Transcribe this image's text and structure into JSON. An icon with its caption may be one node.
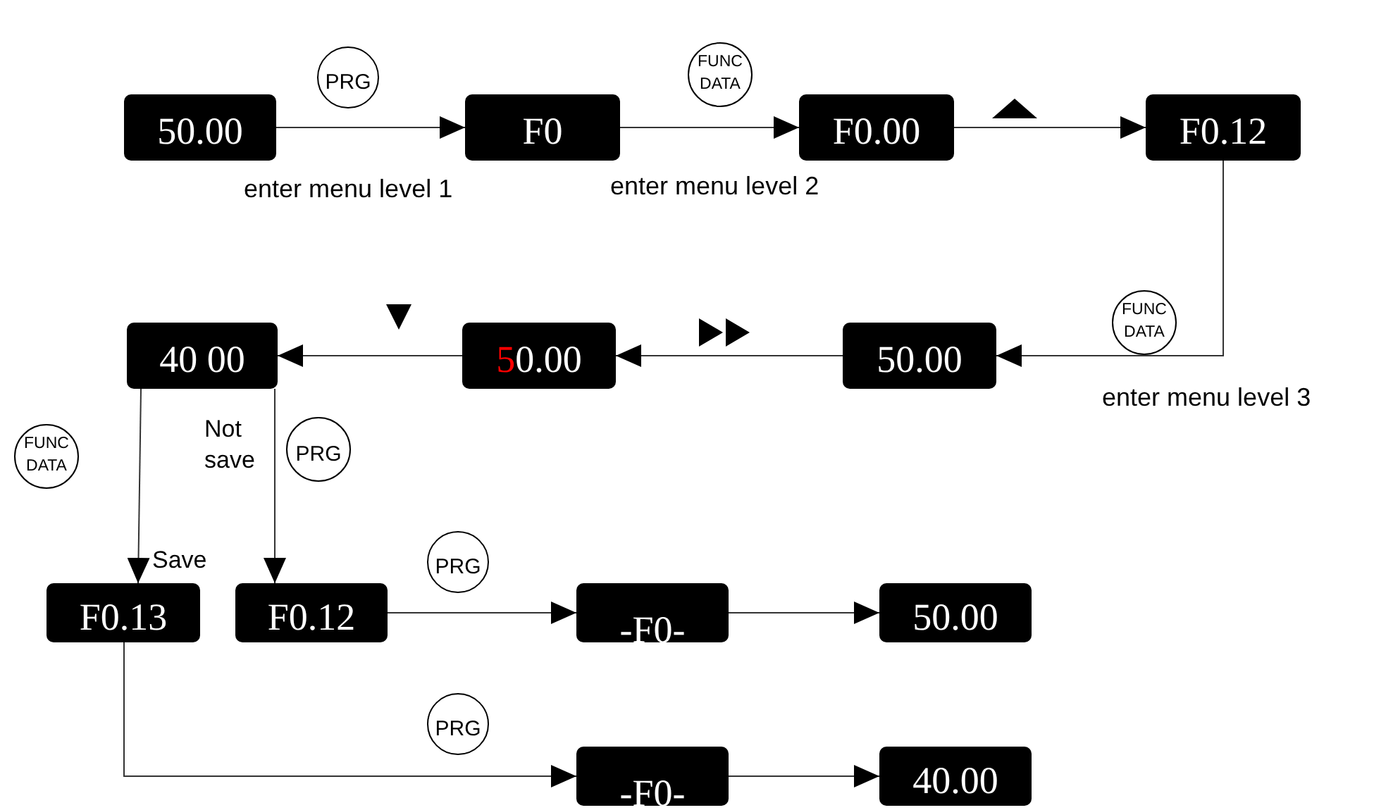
{
  "diagram": {
    "nodes": [
      {
        "text": [
          "PRG"
        ]
      },
      {
        "text": [
          "FUNC DATA"
        ]
      },
      {
        "text": [
          "50.00"
        ]
      },
      {
        "text": [
          "F0"
        ]
      },
      {
        "text": [
          "F0.00"
        ]
      },
      {
        "text": [
          "F0.12"
        ]
      },
      {
        "text": [
          "FUNC DATA"
        ]
      },
      {
        "text": [
          "40 00"
        ]
      },
      {
        "text": [
          "5",
          "0.00"
        ]
      },
      {
        "text": [
          "50.00"
        ]
      },
      {
        "text": [
          "FUNC DATA"
        ]
      },
      {
        "text": [
          "PRG"
        ]
      },
      {
        "text": [
          "F0.13"
        ]
      },
      {
        "text": [
          "F0.12"
        ]
      },
      {
        "text": [
          "PRG"
        ]
      },
      {
        "text": [
          "-F0-"
        ]
      },
      {
        "text": [
          "50.00"
        ]
      },
      {
        "text": [
          "PRG"
        ]
      },
      {
        "text": [
          "-F0-"
        ]
      },
      {
        "text": [
          "40.00"
        ]
      }
    ],
    "edges": [
      {
        "from": 2,
        "to": 3,
        "arrow": "to"
      },
      {
        "from": 3,
        "to": 4,
        "arrow": "to"
      },
      {
        "from": 4,
        "to": 5,
        "arrow": "to"
      },
      {
        "from": 5,
        "to": 9,
        "arrow": "to"
      },
      {
        "from": 9,
        "to": 8,
        "arrow": "to"
      },
      {
        "from": 8,
        "to": 7,
        "arrow": "to"
      },
      {
        "from": 7,
        "to": 12,
        "arrow": "to",
        "label": "Save"
      },
      {
        "from": 7,
        "to": 13,
        "arrow": "to",
        "label": "Not save"
      },
      {
        "from": 13,
        "to": 15,
        "arrow": "to"
      },
      {
        "from": 15,
        "to": 16,
        "arrow": "to"
      },
      {
        "from": 12,
        "to": 18,
        "arrow": "to"
      },
      {
        "from": 18,
        "to": 19,
        "arrow": "to"
      }
    ],
    "labels": [
      "enter menu level 1",
      "enter menu level 2",
      "enter menu level 3"
    ]
  }
}
